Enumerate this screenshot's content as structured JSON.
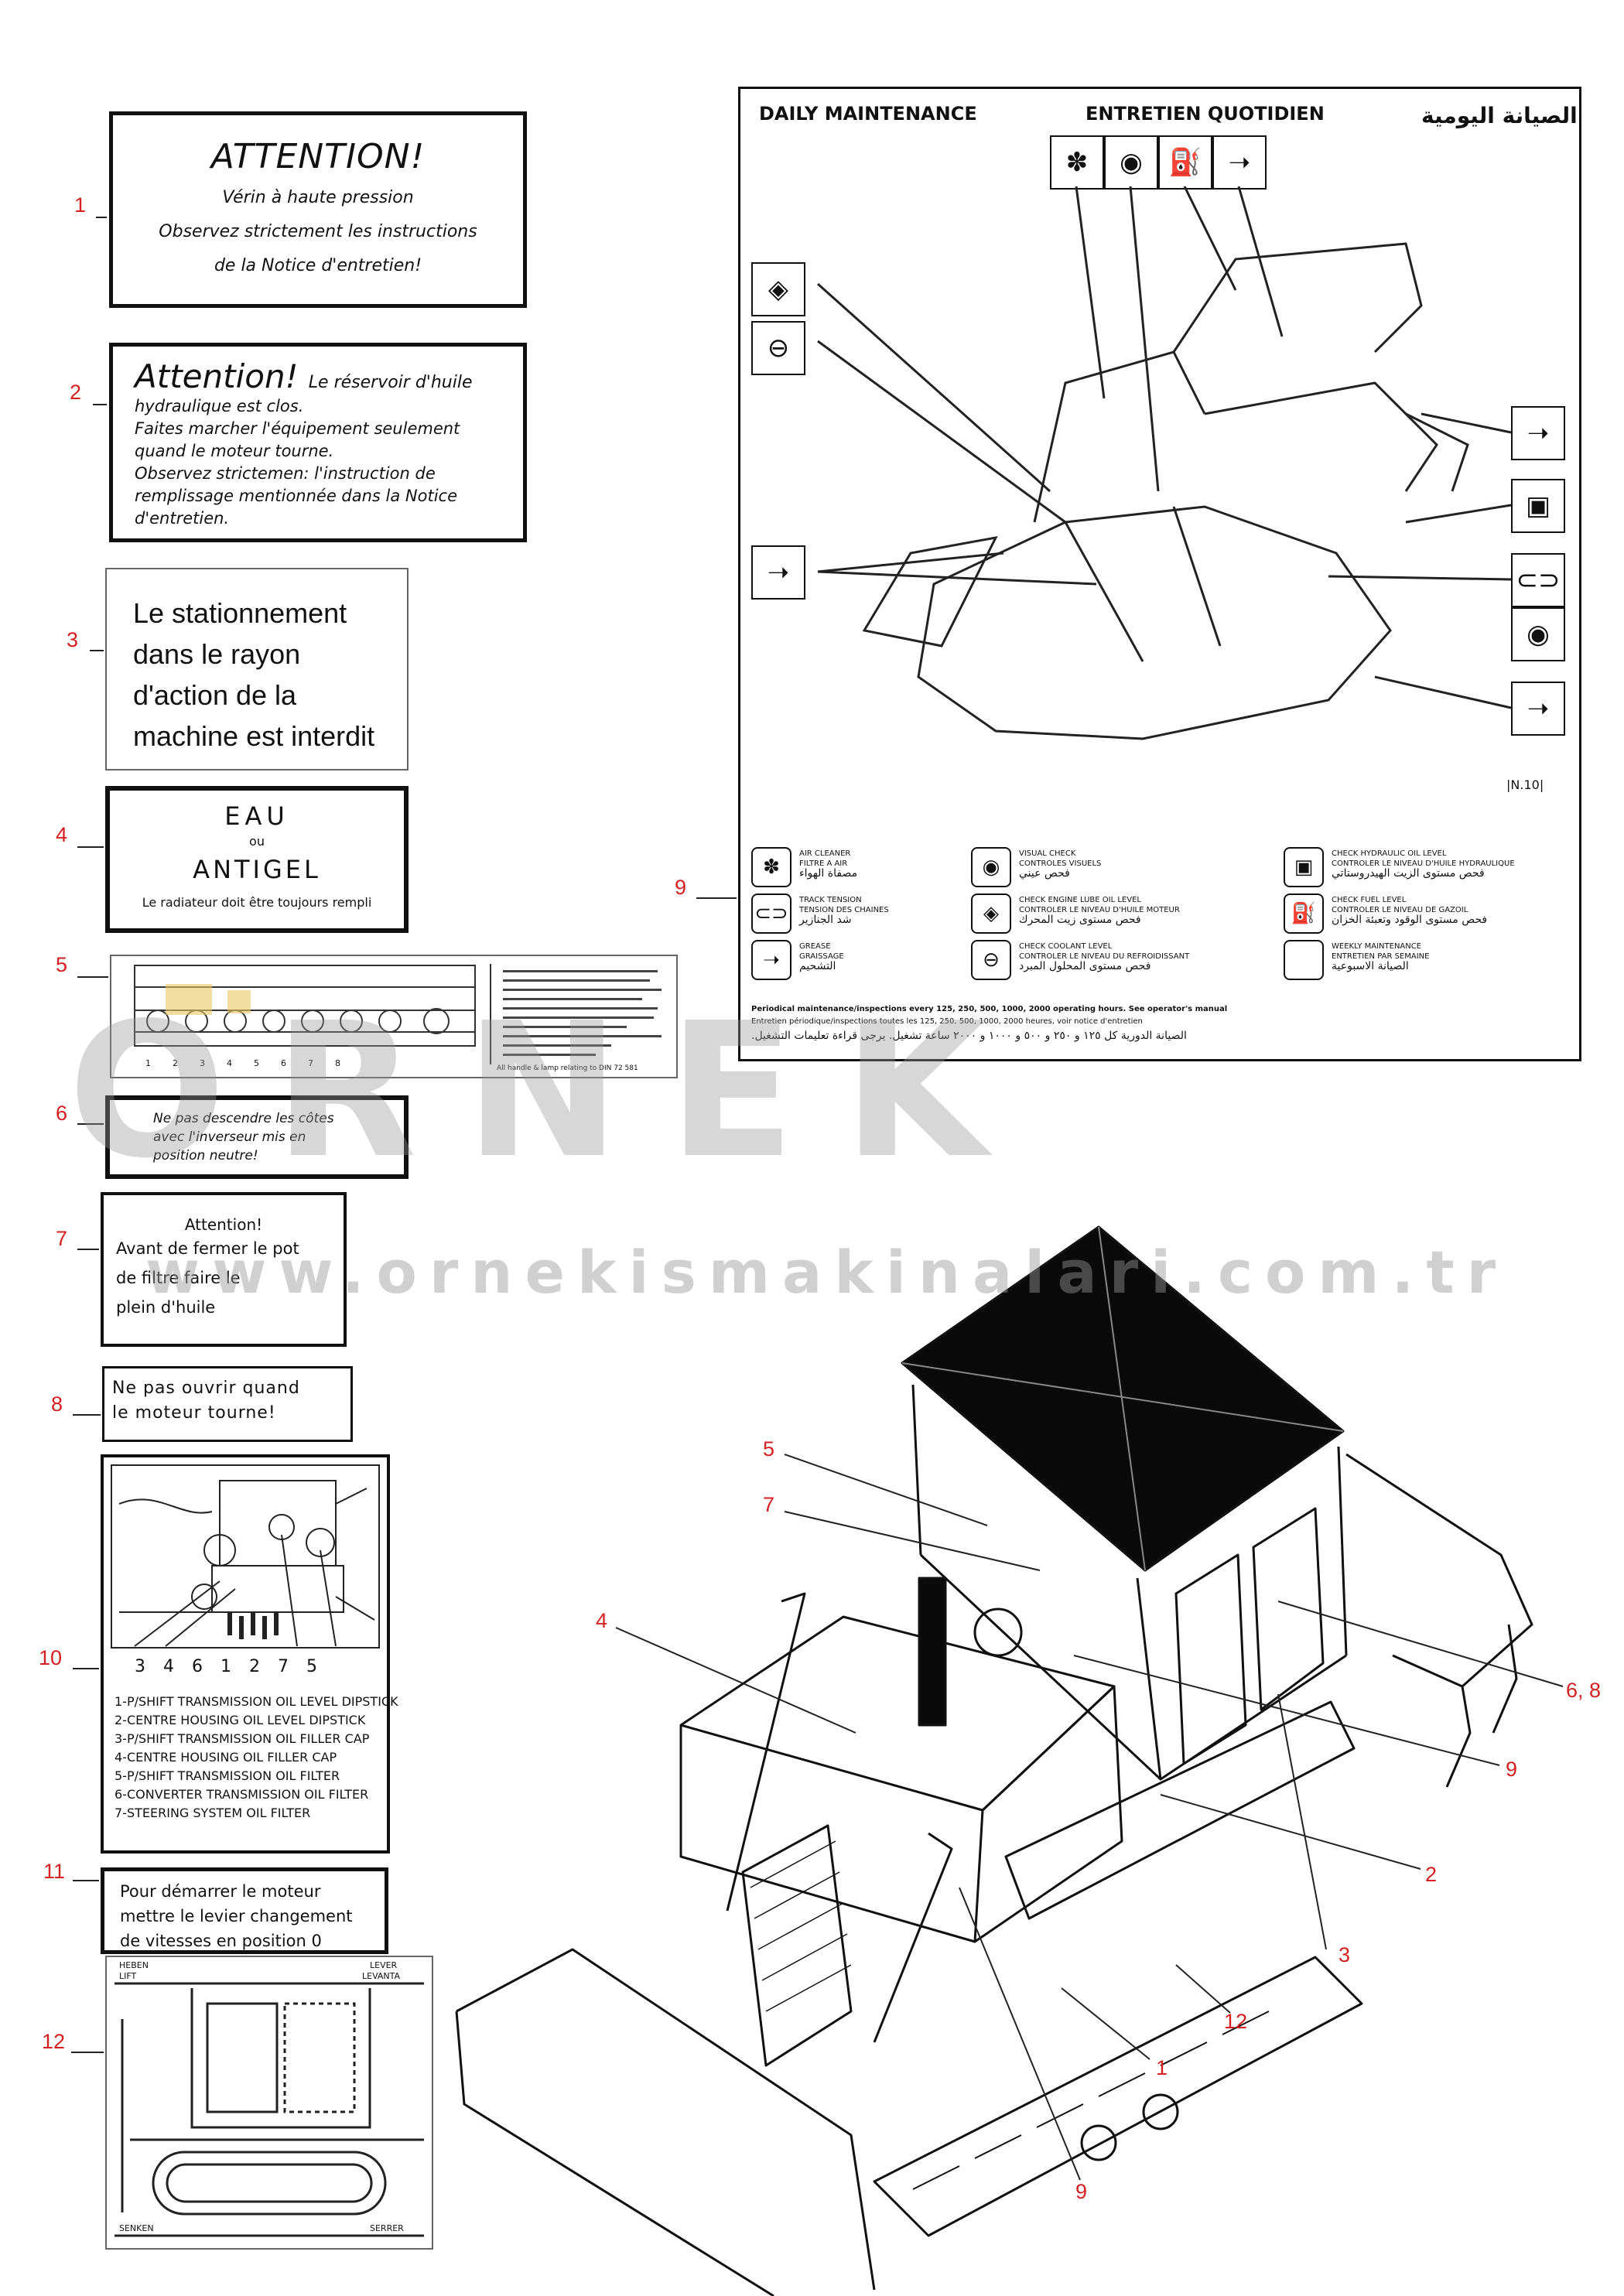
{
  "callouts_left": [
    "1",
    "2",
    "3",
    "4",
    "5",
    "6",
    "7",
    "8",
    "9",
    "10",
    "11",
    "12"
  ],
  "decal1": {
    "title": "ATTENTION!",
    "lines": [
      "Vérin à haute pression",
      "Observez strictement les instructions",
      "de la Notice d'entretien!"
    ]
  },
  "decal2": {
    "title": "Attention!",
    "title_tail": "Le réservoir d'huile",
    "lines": [
      "hydraulique est clos.",
      "Faites marcher l'équipement seulement",
      "quand le moteur tourne.",
      "Observez strictemen: l'instruction de",
      "remplissage mentionnée dans la Notice",
      "d'entretien."
    ]
  },
  "decal3": {
    "lines": [
      "Le stationnement",
      "dans le rayon",
      "d'action de la",
      "machine est interdit"
    ]
  },
  "decal4": {
    "line1": "EAU",
    "line2": "ou",
    "line3": "ANTIGEL",
    "line4": "Le radiateur doit être toujours rempli"
  },
  "decal5": {
    "numbers": [
      "1",
      "2",
      "3",
      "4",
      "5",
      "6",
      "7",
      "8"
    ],
    "footer": "All handle & lamp relating to DIN 72 581"
  },
  "decal6": {
    "lines": [
      "Ne pas descendre les côtes",
      "avec l'inverseur mis en",
      "position neutre!"
    ]
  },
  "decal7": {
    "title": "Attention!",
    "lines": [
      "Avant de fermer le pot",
      "de filtre faire le",
      "plein d'huile"
    ]
  },
  "decal8": {
    "lines": [
      "Ne pas ouvrir  quand",
      "le moteur tourne!"
    ]
  },
  "decal10": {
    "ref_numbers": "3 4 6 1 2   7 5",
    "legend": [
      "1-P/SHIFT TRANSMISSION OIL LEVEL DIPSTICK",
      "2-CENTRE HOUSING OIL LEVEL DIPSTICK",
      "3-P/SHIFT TRANSMISSION OIL FILLER CAP",
      "4-CENTRE HOUSING OIL FILLER CAP",
      "5-P/SHIFT TRANSMISSION OIL FILTER",
      "6-CONVERTER TRANSMISSION OIL FILTER",
      "7-STEERING SYSTEM OIL FILTER"
    ]
  },
  "decal11": {
    "lines": [
      "Pour démarrer le moteur",
      "mettre le levier changement",
      "de vitesses en position 0"
    ]
  },
  "decal12": {
    "labels": [
      "HEBEN",
      "LIFT",
      "LEVER",
      "LEVANTA",
      "SENKEN",
      "SERRER"
    ]
  },
  "decal9": {
    "header_en": "DAILY MAINTENANCE",
    "header_fr": "ENTRETIEN QUOTIDIEN",
    "header_ar": "الصيانة اليومية",
    "code": "N.10",
    "legend": [
      {
        "icon": "✽",
        "en": "AIR CLEANER",
        "fr": "FILTRE A AIR",
        "ar": "مصفاة الهواء"
      },
      {
        "icon": "◉",
        "en": "VISUAL CHECK",
        "fr": "CONTROLES VISUELS",
        "ar": "فحص عيني"
      },
      {
        "icon": "▣",
        "en": "CHECK HYDRAULIC OIL LEVEL",
        "fr": "CONTROLER LE NIVEAU D'HUILE HYDRAULIQUE",
        "ar": "فحص مستوى الزيت الهيدروستاتي"
      },
      {
        "icon": "⊂⊃",
        "en": "TRACK TENSION",
        "fr": "TENSION DES CHAINES",
        "ar": "شد الجنازير"
      },
      {
        "icon": "◈",
        "en": "CHECK ENGINE LUBE OIL LEVEL",
        "fr": "CONTROLER LE NIVEAU D'HUILE MOTEUR",
        "ar": "فحص مستوى زيت المحرك"
      },
      {
        "icon": "⛽",
        "en": "CHECK FUEL LEVEL",
        "fr": "CONTROLER LE NIVEAU DE GAZOIL",
        "ar": "فحص مستوى الوقود وتعبئة الخزان"
      },
      {
        "icon": "➝",
        "en": "GREASE",
        "fr": "GRAISSAGE",
        "ar": "التشحيم"
      },
      {
        "icon": "⊖",
        "en": "CHECK COOLANT LEVEL",
        "fr": "CONTROLER LE NIVEAU DU REFROIDISSANT",
        "ar": "فحص مستوى المحلول المبرد"
      },
      {
        "icon": "",
        "en": "WEEKLY MAINTENANCE",
        "fr": "ENTRETIEN PAR SEMAINE",
        "ar": "الصيانة الاسبوعية"
      }
    ],
    "footer_en": "Periodical maintenance/inspections every 125, 250, 500, 1000, 2000 operating hours. See operator's manual",
    "footer_fr": "Entretien périodique/inspections toutes les 125, 250, 500, 1000, 2000 heures, voir notice d'entretien",
    "footer_ar": "الصيانة الدورية كل ١٢٥ و ٢٥٠ و ٥٠٠ و ١٠٠٠ و ٢٠٠٠ ساعة تشغيل. يرجى قراءة تعليمات التشغيل."
  },
  "callouts_machine": {
    "c5": "5",
    "c7": "7",
    "c4": "4",
    "c6_8": "6, 8",
    "c9a": "9",
    "c2": "2",
    "c3": "3",
    "c12": "12",
    "c1": "1",
    "c9b": "9"
  },
  "watermark": {
    "brand": "ORNEK",
    "url": "www.ornekismakinalari.com.tr"
  },
  "colors": {
    "callout": "#d42020",
    "watermark": "#969696"
  }
}
